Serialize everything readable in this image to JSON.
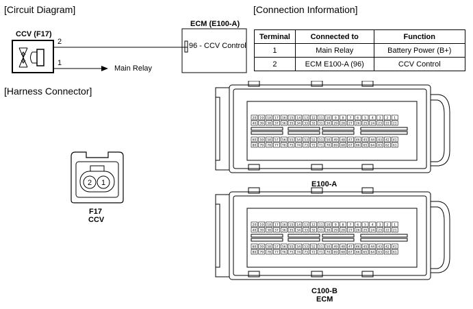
{
  "sections": {
    "circuit_diagram": "[Circuit Diagram]",
    "connection_info": "[Connection Information]",
    "harness_connector": "[Harness Connector]"
  },
  "circuit": {
    "ccv_label": "CCV (F17)",
    "ecm_label": "ECM (E100-A)",
    "pin_2": "2",
    "pin_1": "1",
    "ecm_terminal": "96 - CCV Control",
    "main_relay": "Main Relay"
  },
  "connection_table": {
    "headers": [
      "Terminal",
      "Connected to",
      "Function"
    ],
    "rows": [
      [
        "1",
        "Main Relay",
        "Battery Power (B+)"
      ],
      [
        "2",
        "ECM E100-A (96)",
        "CCV Control"
      ]
    ]
  },
  "harness": {
    "f17_pins": [
      "2",
      "1"
    ],
    "f17_name": "F17",
    "f17_desc": "CCV",
    "e100_label": "E100-A",
    "c100_label": "C100-B",
    "c100_desc": "ECM"
  },
  "pin_grid": {
    "row1": [
      "20",
      "19",
      "18",
      "17",
      "16",
      "15",
      "14",
      "13",
      "12",
      "11",
      "10",
      "9",
      "8",
      "7",
      "6",
      "5",
      "4",
      "3",
      "2",
      "1"
    ],
    "row2": [
      "40",
      "39",
      "38",
      "37",
      "36",
      "35",
      "34",
      "33",
      "32",
      "31",
      "30",
      "29",
      "28",
      "27",
      "26",
      "25",
      "24",
      "23",
      "22",
      "21"
    ],
    "row3": [
      "60",
      "59",
      "58",
      "57",
      "56",
      "55",
      "54",
      "53",
      "52",
      "51",
      "50",
      "49",
      "48",
      "47",
      "46",
      "45",
      "44",
      "43",
      "42",
      "41"
    ],
    "row4": [
      "80",
      "79",
      "78",
      "77",
      "76",
      "75",
      "74",
      "73",
      "72",
      "71",
      "70",
      "69",
      "68",
      "67",
      "66",
      "65",
      "64",
      "63",
      "62",
      "61"
    ]
  },
  "colors": {
    "line": "#000000",
    "background": "#ffffff"
  }
}
